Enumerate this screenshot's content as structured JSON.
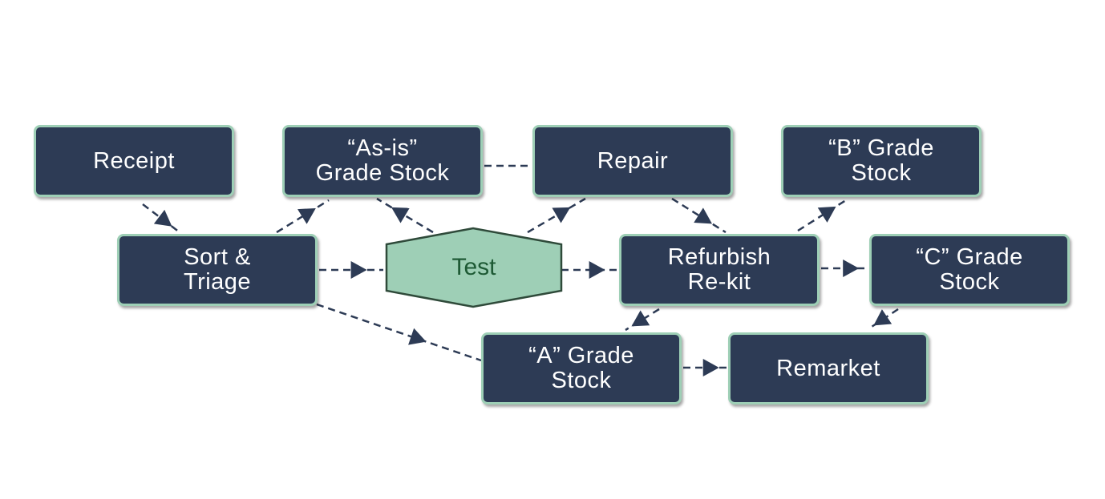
{
  "diagram": {
    "colors": {
      "node_fill": "#2d3b55",
      "node_border": "#9ecfb6",
      "node_text": "#ffffff",
      "test_fill": "#9ecfb6",
      "test_border": "#2f4a3a",
      "test_text": "#1e5a35",
      "connector": "#2d3b55"
    },
    "nodes": {
      "receipt": {
        "lines": [
          "Receipt"
        ]
      },
      "as_is": {
        "lines": [
          "“As-is”",
          "Grade Stock"
        ]
      },
      "repair": {
        "lines": [
          "Repair"
        ]
      },
      "b_grade": {
        "lines": [
          "“B” Grade",
          "Stock"
        ]
      },
      "sort_triage": {
        "lines": [
          "Sort &",
          "Triage"
        ]
      },
      "test": {
        "lines": [
          "Test"
        ],
        "shape": "hexagon"
      },
      "refurbish": {
        "lines": [
          "Refurbish",
          "Re-kit"
        ]
      },
      "c_grade": {
        "lines": [
          "“C” Grade",
          "Stock"
        ]
      },
      "a_grade": {
        "lines": [
          "“A” Grade",
          "Stock"
        ]
      },
      "remarket": {
        "lines": [
          "Remarket"
        ]
      }
    },
    "edges": [
      {
        "from": "receipt",
        "to": "sort_triage",
        "style": "dashed-arrow"
      },
      {
        "from": "sort_triage",
        "to": "as_is",
        "style": "dashed-arrow"
      },
      {
        "from": "sort_triage",
        "to": "test",
        "style": "dashed-arrow"
      },
      {
        "from": "sort_triage",
        "to": "a_grade",
        "style": "dashed-arrow"
      },
      {
        "from": "test",
        "to": "as_is",
        "style": "dashed-arrow"
      },
      {
        "from": "test",
        "to": "repair",
        "style": "dashed-arrow"
      },
      {
        "from": "test",
        "to": "refurbish",
        "style": "dashed-arrow"
      },
      {
        "from": "as_is",
        "to": "repair",
        "style": "dashed-line"
      },
      {
        "from": "repair",
        "to": "refurbish",
        "style": "dashed-arrow"
      },
      {
        "from": "refurbish",
        "to": "b_grade",
        "style": "dashed-arrow"
      },
      {
        "from": "refurbish",
        "to": "c_grade",
        "style": "dashed-arrow"
      },
      {
        "from": "refurbish",
        "to": "a_grade",
        "style": "dashed-arrow"
      },
      {
        "from": "c_grade",
        "to": "remarket",
        "style": "dashed-arrow"
      },
      {
        "from": "a_grade",
        "to": "remarket",
        "style": "dashed-arrow"
      }
    ]
  }
}
